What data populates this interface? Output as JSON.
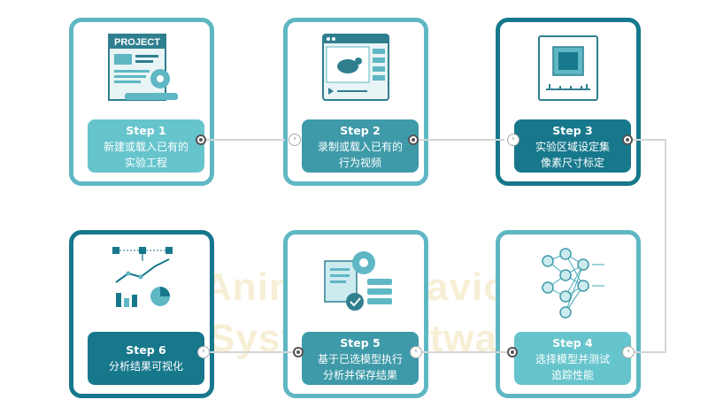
{
  "watermark": {
    "line1": "Animal Behavior",
    "line2": "System Software"
  },
  "steps": [
    {
      "step": "Step 1",
      "line1": "新建或载入已有的",
      "line2": "实验工程",
      "icon": "project-document-icon"
    },
    {
      "step": "Step 2",
      "line1": "录制或载入已有的",
      "line2": "行为视频",
      "icon": "video-mouse-icon"
    },
    {
      "step": "Step 3",
      "line1": "实验区域设定集",
      "line2": "像素尺寸标定",
      "icon": "ruler-frame-icon"
    },
    {
      "step": "Step 4",
      "line1": "选择模型并测试",
      "line2": "追踪性能",
      "icon": "neural-network-icon"
    },
    {
      "step": "Step 5",
      "line1": "基于已选模型执行",
      "line2": "分析并保存结果",
      "icon": "gear-document-check-icon"
    },
    {
      "step": "Step 6",
      "line1": "分析结果可视化",
      "line2": "",
      "icon": "charts-icon"
    }
  ],
  "colors": {
    "light": "#66c4cc",
    "mid": "#3e9aa9",
    "dark": "#17788c",
    "border": "#5fb7c4"
  },
  "project_text": "PROJECT"
}
